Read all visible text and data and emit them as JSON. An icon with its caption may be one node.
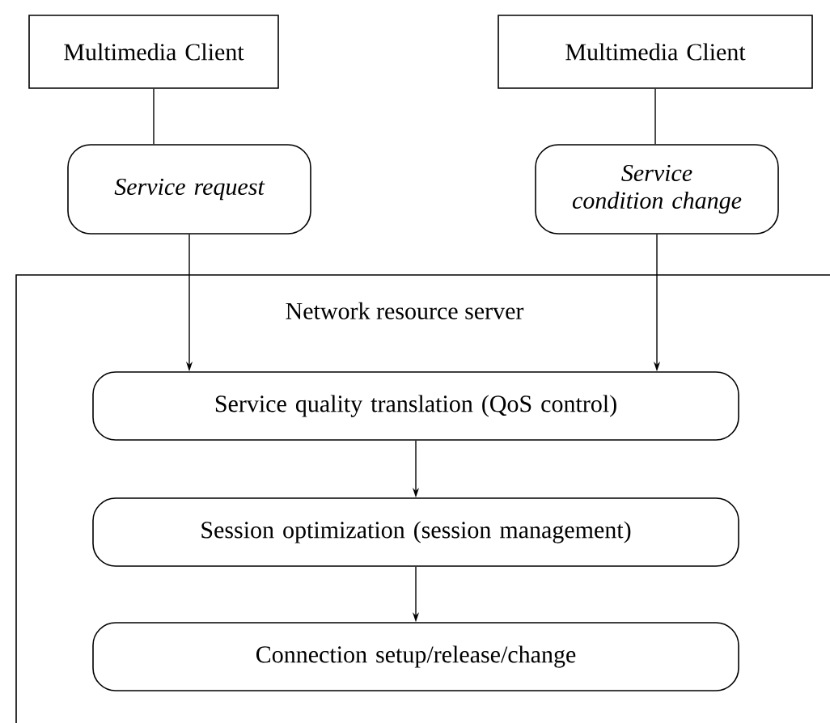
{
  "diagram": {
    "nodes": [
      {
        "text": [
          "Multimedia Client"
        ]
      },
      {
        "text": [
          "Multimedia Client"
        ]
      },
      {
        "text": [
          "Service request"
        ]
      },
      {
        "text": [
          "Service condition change"
        ]
      },
      {
        "text": [
          "Network resource server"
        ]
      },
      {
        "text": [
          "Service quality translation (QoS control)"
        ],
        "in": 4
      },
      {
        "text": [
          "Session optimization (session management)"
        ],
        "in": 4
      },
      {
        "text": [
          "Connection setup/release/change"
        ],
        "in": 4
      }
    ],
    "edges": [
      {
        "from": 0,
        "to": 2,
        "arrow": "none"
      },
      {
        "from": 1,
        "to": 3,
        "arrow": "none"
      },
      {
        "from": 2,
        "to": 5,
        "arrow": "to"
      },
      {
        "from": 3,
        "to": 5,
        "arrow": "to"
      },
      {
        "from": 5,
        "to": 6,
        "arrow": "to"
      },
      {
        "from": 6,
        "to": 7,
        "arrow": "to"
      }
    ]
  }
}
